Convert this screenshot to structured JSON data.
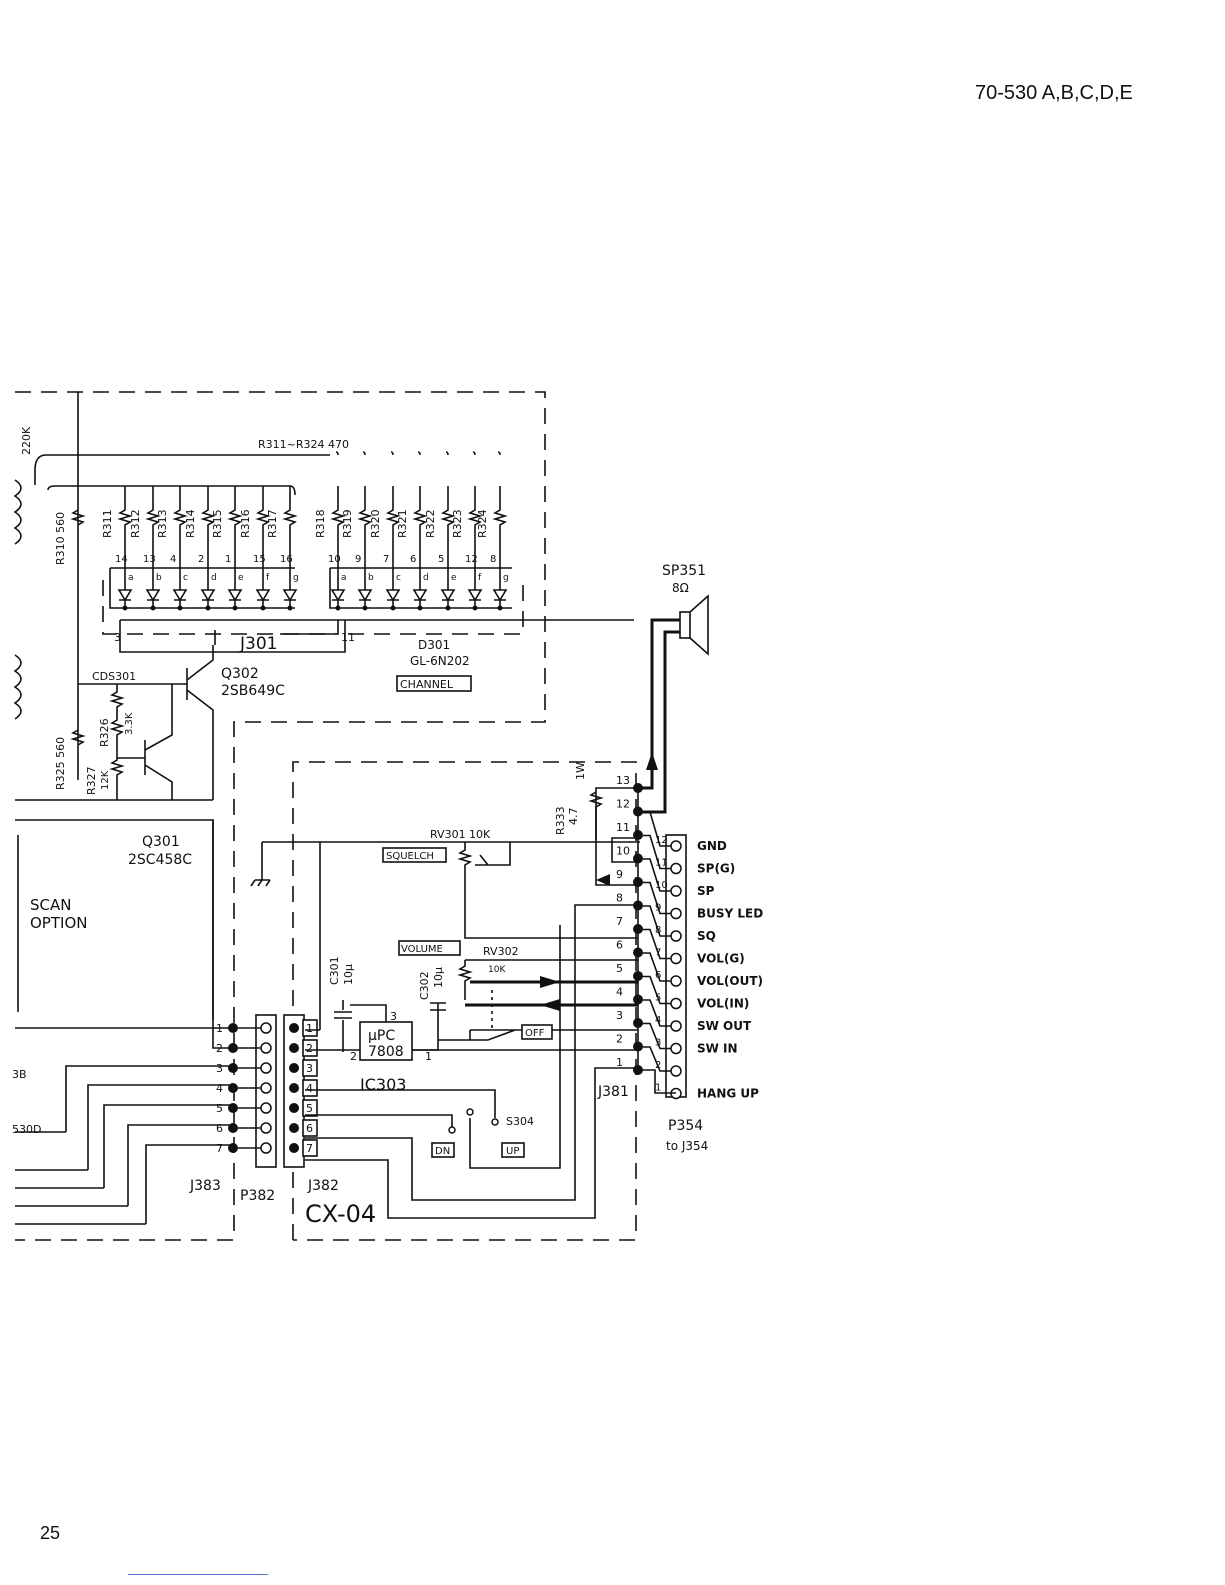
{
  "header": {
    "doc_code": "70-530 A,B,C,D,E"
  },
  "footer": {
    "page_number": "25"
  },
  "schematic": {
    "board_name": "CX-04",
    "panel_labels": {
      "channel": "CHANNEL",
      "squelch": "SQUELCH",
      "volume": "VOLUME",
      "off": "OFF",
      "dn": "DN",
      "up": "UP"
    },
    "resistor_array_note": "R311~R324 470",
    "display": {
      "ref": "D301",
      "part": "GL-6N202",
      "connector": "J301",
      "pin_left": "3",
      "pin_right": "11"
    },
    "channel_resistors": [
      {
        "ref": "R311",
        "pin": "14",
        "seg": "a"
      },
      {
        "ref": "R312",
        "pin": "13",
        "seg": "b"
      },
      {
        "ref": "R313",
        "pin": "4",
        "seg": "c"
      },
      {
        "ref": "R314",
        "pin": "2",
        "seg": "d"
      },
      {
        "ref": "R315",
        "pin": "1",
        "seg": "e"
      },
      {
        "ref": "R316",
        "pin": "15",
        "seg": "f"
      },
      {
        "ref": "R317",
        "pin": "16",
        "seg": "g"
      },
      {
        "ref": "R318",
        "pin": "10",
        "seg": "a"
      },
      {
        "ref": "R319",
        "pin": "9",
        "seg": "b"
      },
      {
        "ref": "R320",
        "pin": "7",
        "seg": "c"
      },
      {
        "ref": "R321",
        "pin": "6",
        "seg": "d"
      },
      {
        "ref": "R322",
        "pin": "5",
        "seg": "e"
      },
      {
        "ref": "R323",
        "pin": "12",
        "seg": "f"
      },
      {
        "ref": "R324",
        "pin": "8",
        "seg": "g"
      }
    ],
    "left_parts": {
      "r220k": "220K",
      "r310": "R310 560",
      "r325": "R325 560",
      "cds": "CDS301",
      "r326": "R326",
      "r326_val": "3.3K",
      "r327": "R327",
      "r327_val": "12K",
      "q302_ref": "Q302",
      "q302_part": "2SB649C",
      "q301_ref": "Q301",
      "q301_part": "2SC458C",
      "scan_1": "SCAN",
      "scan_2": "OPTION",
      "edge_1": "3B",
      "edge_2": "530D"
    },
    "speaker": {
      "ref": "SP351",
      "impedance": "8Ω"
    },
    "r333": {
      "ref": "R333",
      "value": "4.7",
      "watt": "1W"
    },
    "rv301": "RV301 10K",
    "rv302": "RV302",
    "rv302_val": "10K",
    "c301": {
      "ref": "C301",
      "value": "10μ"
    },
    "c302": {
      "ref": "C302",
      "value": "10μ"
    },
    "ic": {
      "ref": "IC303",
      "line1": "μPC",
      "line2": "7808",
      "pin_in": "2",
      "pin_out": "1",
      "pin_gnd": "3"
    },
    "switch_ref": "S304",
    "connectors": {
      "j383": "J383",
      "p382": "P382",
      "j382": "J382",
      "j381": "J381",
      "p354": "P354",
      "p354_to": "to J354"
    },
    "j383_pins": [
      "1",
      "2",
      "3",
      "4",
      "5",
      "6",
      "7"
    ],
    "j382_pins": [
      "1",
      "2",
      "3",
      "4",
      "5",
      "6",
      "7"
    ],
    "j381_pins": [
      "13",
      "12",
      "11",
      "10",
      "9",
      "8",
      "7",
      "6",
      "5",
      "4",
      "3",
      "2",
      "1"
    ],
    "p354_pins": [
      "12",
      "11",
      "10",
      "9",
      "8",
      "7",
      "6",
      "5",
      "4",
      "3",
      "2",
      "1"
    ],
    "p354_signals": [
      "GND",
      "SP(G)",
      "SP",
      "BUSY LED",
      "SQ",
      "VOL(G)",
      "VOL(OUT)",
      "VOL(IN)",
      "SW OUT",
      "SW IN",
      "",
      "HANG UP"
    ]
  }
}
